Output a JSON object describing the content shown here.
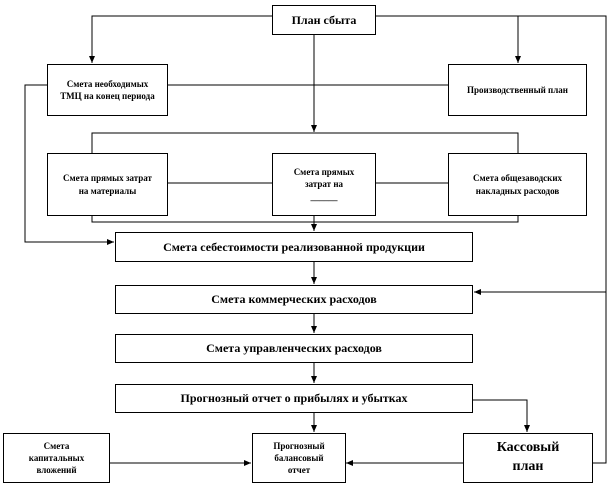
{
  "nodes": {
    "sales_plan": "План сбыта",
    "inventory_budget": "Смета необходимых ТМЦ на конец периода",
    "production_plan": "Производственный план",
    "direct_materials": "Смета прямых затрат на материалы",
    "direct_labor": "Смета прямых затрат на ______",
    "overhead": "Смета общезаводских накладных расходов",
    "cogs": "Смета себестоимости реализованной продукции",
    "selling_expenses": "Смета коммерческих расходов",
    "admin_expenses": "Смета управленческих расходов",
    "income_statement": "Прогнозный отчет о прибылях и убытках",
    "capital_budget": "Смета капитальных вложений",
    "balance_sheet": "Прогнозный балансовый отчет",
    "cash_plan": "Кассовый план"
  }
}
